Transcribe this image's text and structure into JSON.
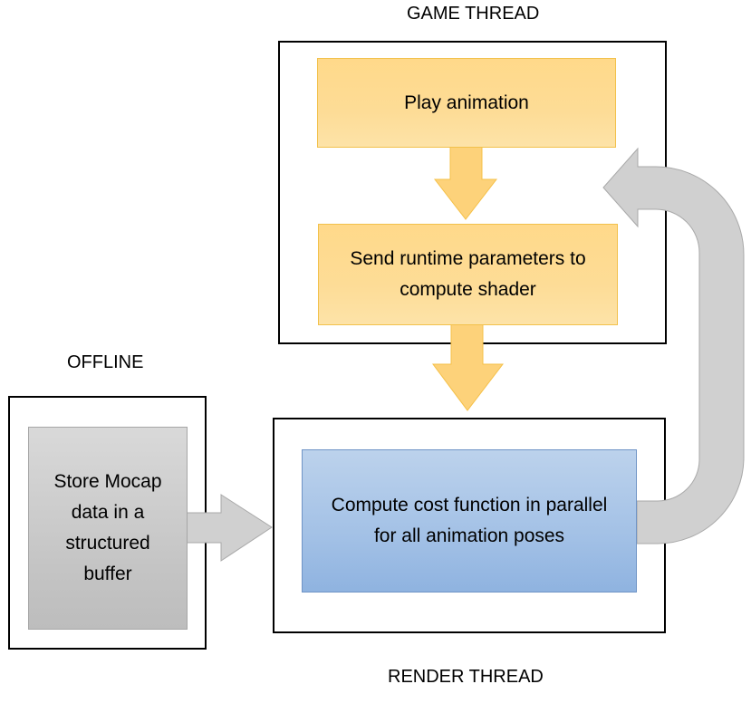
{
  "labels": {
    "game_thread": "GAME THREAD",
    "offline": "OFFLINE",
    "render_thread": "RENDER THREAD"
  },
  "nodes": {
    "play_animation": "Play animation",
    "send_params_line1": "Send runtime parameters to",
    "send_params_line2": "compute shader",
    "compute_line1": "Compute cost function in parallel",
    "compute_line2": "for all animation poses",
    "store_line1": "Store Mocap",
    "store_line2": "data in a",
    "store_line3": "structured",
    "store_line4": "buffer"
  },
  "colors": {
    "orange_fill": "#fddc96",
    "orange_border": "#f2c14b",
    "blue_fill": "#a3c1e6",
    "blue_border": "#6f94c6",
    "gray_fill": "#c4c4c4",
    "arrow_orange": "#fdd27a",
    "arrow_gray": "#d0d0d0"
  }
}
